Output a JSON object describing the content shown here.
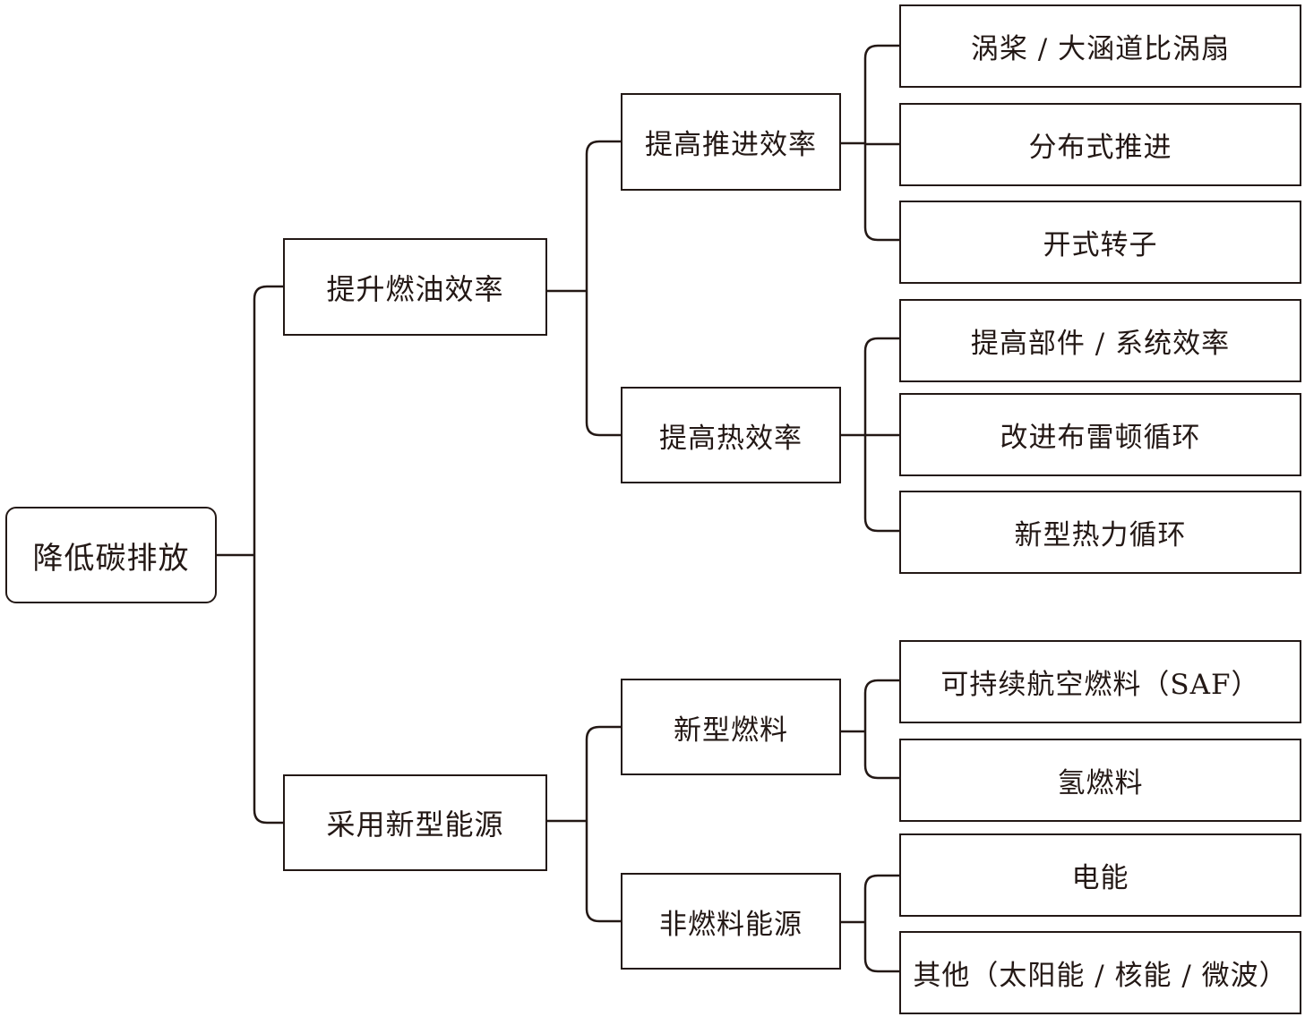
{
  "root": {
    "label": "降低碳排放"
  },
  "branches": [
    {
      "label": "提升燃油效率",
      "children": [
        {
          "label": "提高推进效率",
          "leaves": [
            "涡桨 / 大涵道比涡扇",
            "分布式推进",
            "开式转子"
          ]
        },
        {
          "label": "提高热效率",
          "leaves": [
            "提高部件 / 系统效率",
            "改进布雷顿循环",
            "新型热力循环"
          ]
        }
      ]
    },
    {
      "label": "采用新型能源",
      "children": [
        {
          "label": "新型燃料",
          "leaves": [
            "可持续航空燃料（SAF）",
            "氢燃料"
          ]
        },
        {
          "label": "非燃料能源",
          "leaves": [
            "电能",
            "其他（太阳能 / 核能 / 微波）"
          ]
        }
      ]
    }
  ]
}
